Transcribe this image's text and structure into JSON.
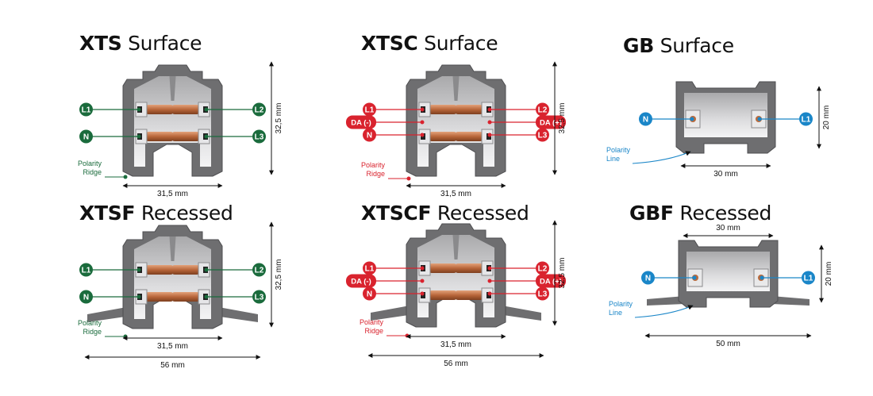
{
  "colors": {
    "green": "#1a6b3c",
    "red": "#d9232e",
    "blue": "#1a86c8",
    "profile": "#6e6e70",
    "copper": "#b96a3c"
  },
  "panels": [
    {
      "id": "xts",
      "title_bold": "XTS",
      "title_rest": " Surface",
      "color": "green",
      "left_labels": [
        "L1",
        "N"
      ],
      "right_labels": [
        "L2",
        "L3"
      ],
      "note": [
        "Polarity",
        "Ridge"
      ],
      "height": "32,5 mm",
      "width": "31,5 mm",
      "flange": ""
    },
    {
      "id": "xtsc",
      "title_bold": "XTSC",
      "title_rest": " Surface",
      "color": "red",
      "left_labels": [
        "L1",
        "DA (-)",
        "N"
      ],
      "right_labels": [
        "L2",
        "DA (+)",
        "L3"
      ],
      "note": [
        "Polarity",
        "Ridge"
      ],
      "height": "32,5 mm",
      "width": "31,5 mm",
      "flange": ""
    },
    {
      "id": "gb",
      "title_bold": "GB",
      "title_rest": " Surface",
      "color": "blue",
      "left_labels": [
        "N"
      ],
      "right_labels": [
        "L1"
      ],
      "note": [
        "Polarity",
        "Line"
      ],
      "height": "20 mm",
      "width": "30 mm",
      "flange": ""
    },
    {
      "id": "xtsf",
      "title_bold": "XTSF",
      "title_rest": " Recessed",
      "color": "green",
      "left_labels": [
        "L1",
        "N"
      ],
      "right_labels": [
        "L2",
        "L3"
      ],
      "note": [
        "Polarity",
        "Ridge"
      ],
      "height": "32,5 mm",
      "width": "31,5 mm",
      "flange": "56 mm"
    },
    {
      "id": "xtscf",
      "title_bold": "XTSCF",
      "title_rest": " Recessed",
      "color": "red",
      "left_labels": [
        "L1",
        "DA (-)",
        "N"
      ],
      "right_labels": [
        "L2",
        "DA (+)",
        "L3"
      ],
      "note": [
        "Polarity",
        "Ridge"
      ],
      "height": "32,5 mm",
      "width": "31,5 mm",
      "flange": "56 mm"
    },
    {
      "id": "gbf",
      "title_bold": "GBF",
      "title_rest": " Recessed",
      "color": "blue",
      "left_labels": [
        "N"
      ],
      "right_labels": [
        "L1"
      ],
      "note": [
        "Polarity",
        "Line"
      ],
      "height": "20 mm",
      "width": "30 mm",
      "flange": "50 mm"
    }
  ]
}
